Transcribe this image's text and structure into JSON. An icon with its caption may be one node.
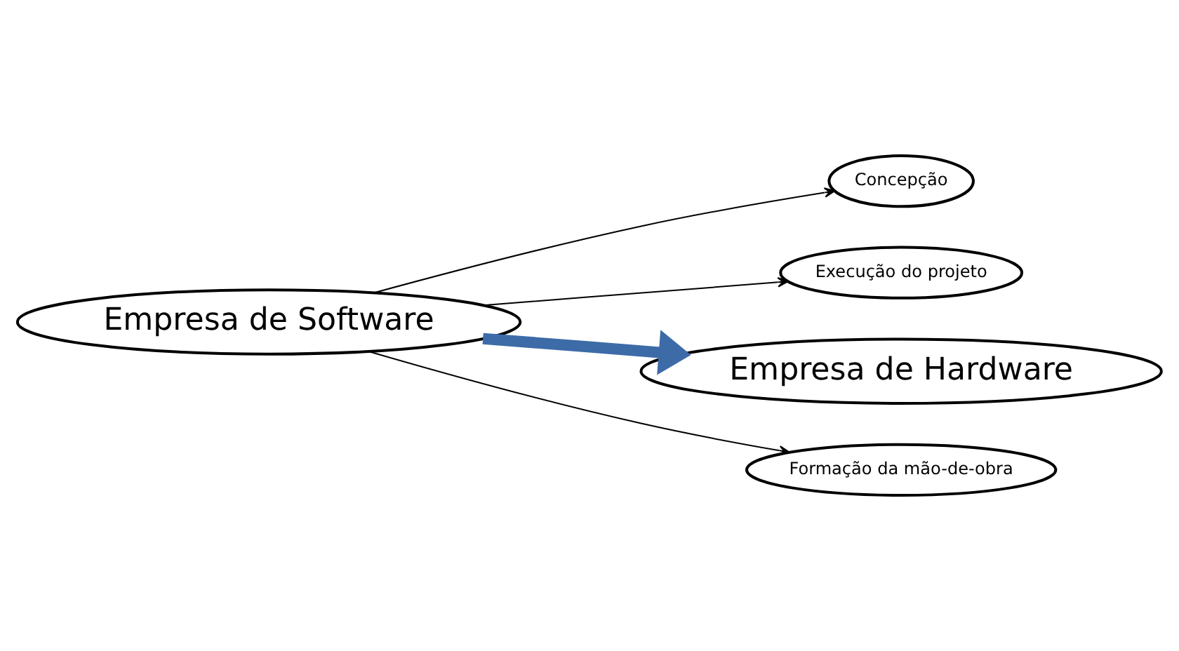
{
  "diagram": {
    "nodes": [
      {
        "text": [
          "Concepção"
        ]
      },
      {
        "text": [
          "Execução do projeto"
        ]
      },
      {
        "text": [
          "Empresa de Software"
        ]
      },
      {
        "text": [
          "Empresa de Hardware"
        ]
      },
      {
        "text": [
          "Formação da mão-de-obra"
        ]
      }
    ],
    "edges": [
      {
        "from": 2,
        "to": 0,
        "arrow": "to"
      },
      {
        "from": 2,
        "to": 1,
        "arrow": "to"
      },
      {
        "from": 2,
        "to": 4,
        "arrow": "to"
      },
      {
        "from": 2,
        "to": 3,
        "arrow": "to",
        "style": "thick",
        "color": "#3d6ba8"
      }
    ]
  }
}
